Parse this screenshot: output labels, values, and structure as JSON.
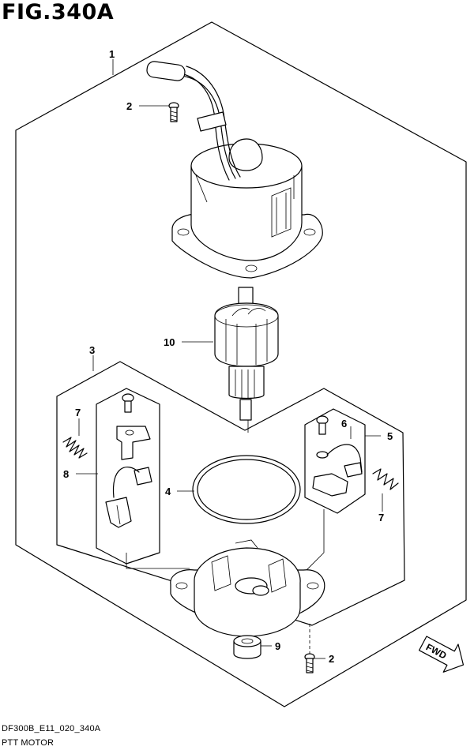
{
  "figure_title": "FIG.340A",
  "footer_code": "DF300B_E11_020_340A",
  "footer_title": "PTT MOTOR",
  "fwd_label": "FWD",
  "callouts": {
    "c1": "1",
    "c2_top": "2",
    "c2_bottom": "2",
    "c3": "3",
    "c4": "4",
    "c5": "5",
    "c6": "6",
    "c7_left": "7",
    "c7_right": "7",
    "c8": "8",
    "c9": "9",
    "c10": "10"
  }
}
